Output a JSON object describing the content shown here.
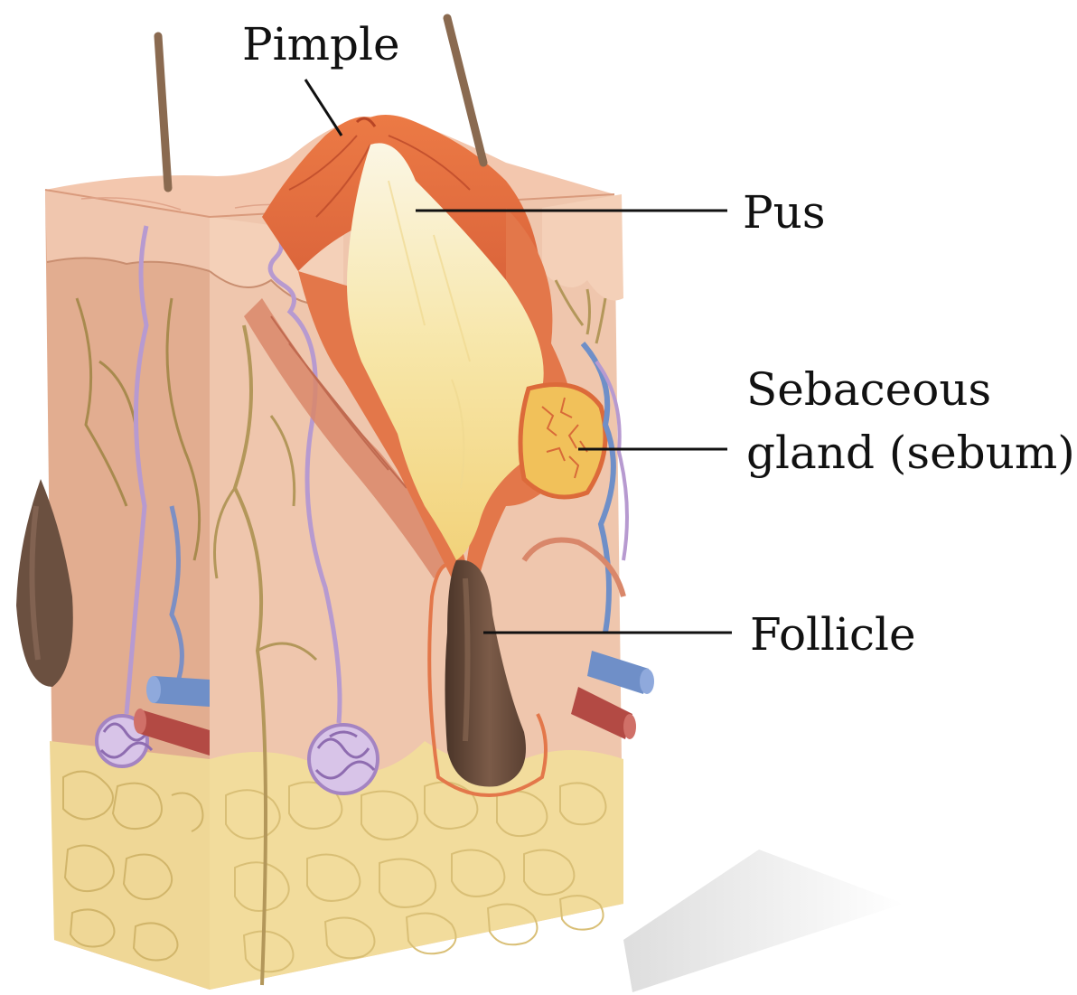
{
  "labels": {
    "pimple": "Pimple",
    "pus": "Pus",
    "sebaceous_line1": "Sebaceous",
    "sebaceous_line2": "gland (sebum)",
    "follicle": "Follicle"
  },
  "colors": {
    "background": "#ffffff",
    "skin_top": "#efc3ab",
    "skin_front": "#e8b496",
    "skin_side": "#d99a78",
    "dermis_front": "#f0c9b1",
    "fat_layer": "#f2dc9c",
    "fat_cell_line": "#d9bf76",
    "pimple_inflamed": "#e66a3a",
    "pus": "#f7edc2",
    "follicle_bulb": "#6b5040",
    "vein": "#6f8fc8",
    "artery": "#b34a44",
    "sweat_gland": "#b79ad0",
    "nerve": "#a88a4e",
    "hair": "#8a6a50",
    "label_text": "#111111"
  }
}
